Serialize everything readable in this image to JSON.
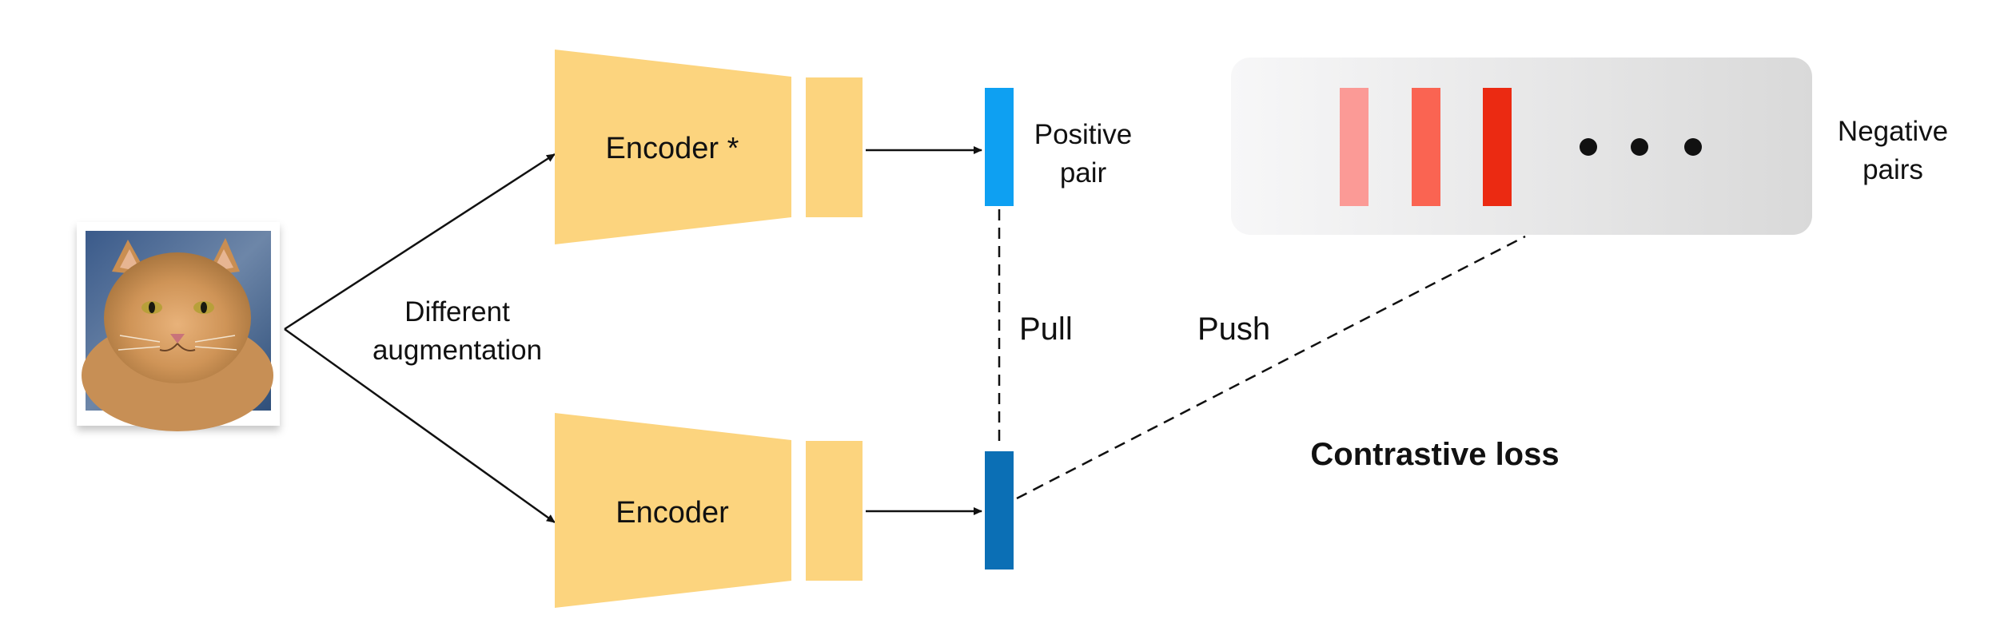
{
  "labels": {
    "encoder_top": "Encoder *",
    "encoder_bottom": "Encoder",
    "augmentation_line1": "Different",
    "augmentation_line2": "augmentation",
    "positive_line1": "Positive",
    "positive_line2": "pair",
    "negative_line1": "Negative",
    "negative_line2": "pairs",
    "pull": "Pull",
    "push": "Push",
    "contrastive_loss": "Contrastive loss"
  },
  "colors": {
    "encoder": "#fcd47e",
    "positive_top": "#0ea0f2",
    "positive_bottom": "#0b6fb5",
    "negative_1": "#fb9a96",
    "negative_2": "#fa6452",
    "negative_3": "#eb2a12",
    "negatives_panel_start": "#f7f7f8",
    "negatives_panel_end": "#d9d9d9"
  },
  "icons": {
    "input_image": "cat-photo-icon",
    "ellipsis": "ellipsis-icon"
  }
}
